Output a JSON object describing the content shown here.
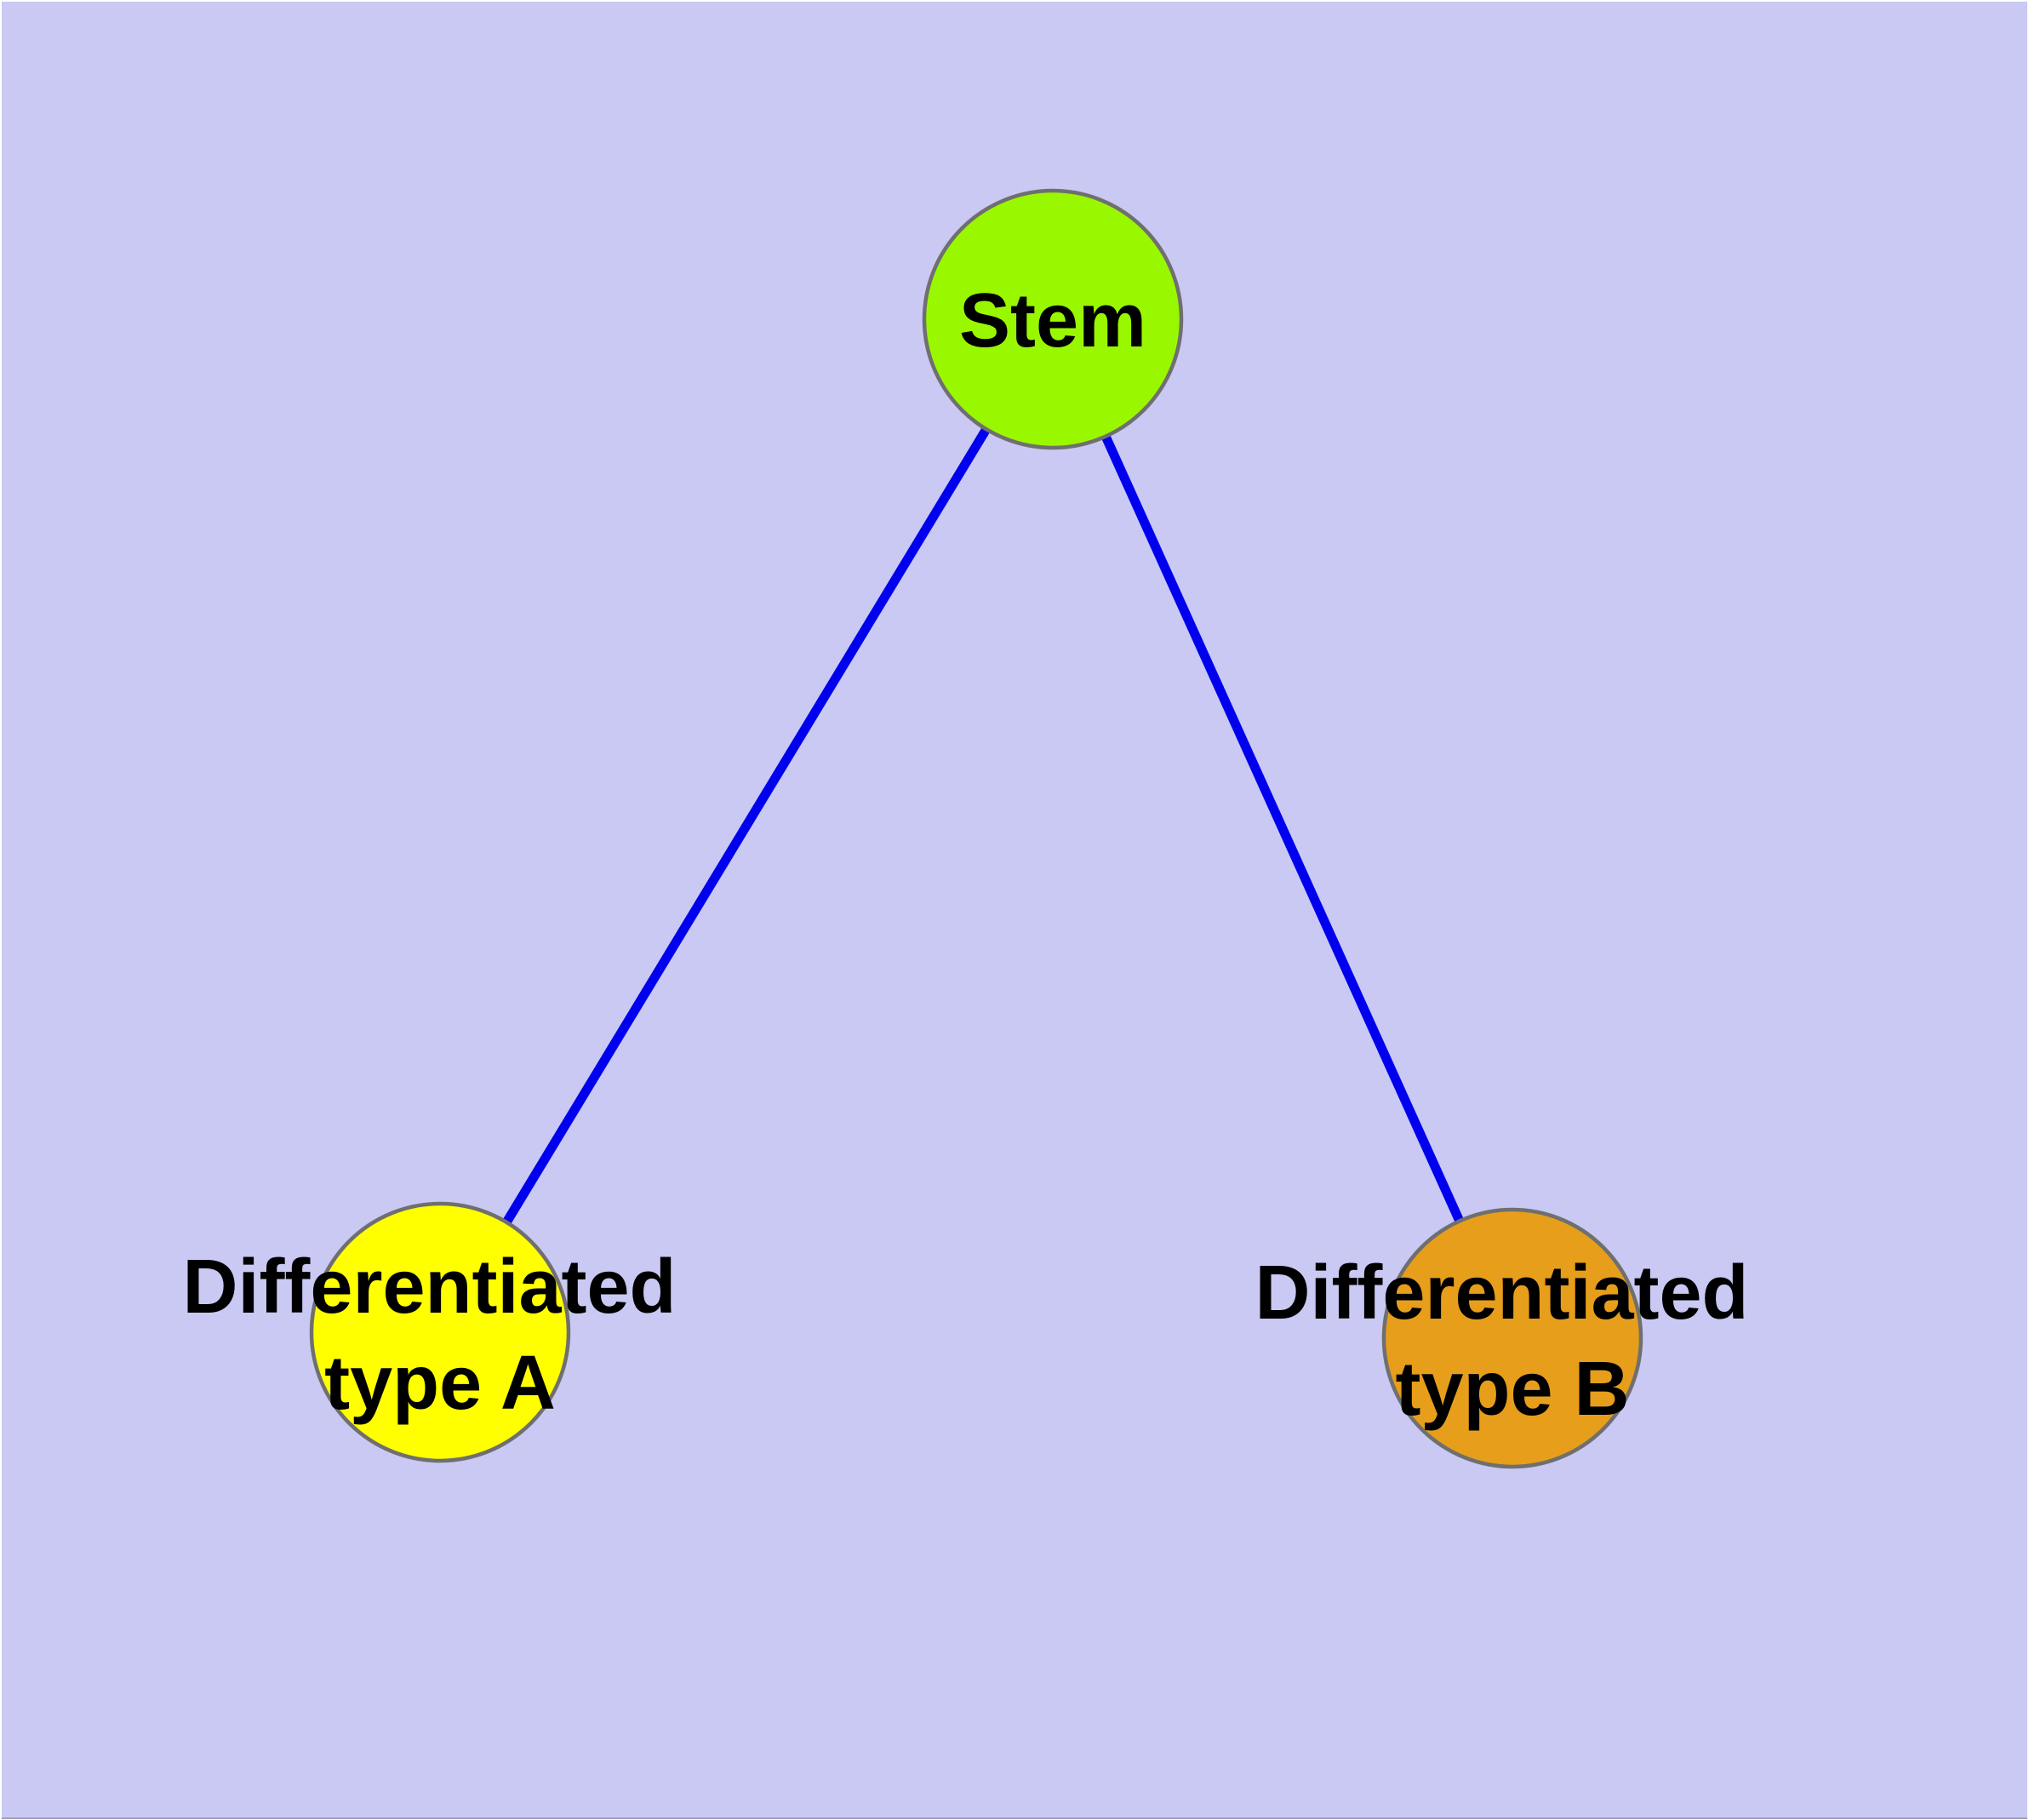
{
  "diagram": {
    "background_color": "#C9C9F3",
    "frame_color": "#FFFFFF",
    "bottom_edge_color": "#A0A0C0",
    "edge_color": "#0000EE",
    "node_border_color": "#6F6F6F",
    "text_color": "#000000",
    "nodes": [
      {
        "id": "stem",
        "label": "Stem",
        "fill_color": "#99F800"
      },
      {
        "id": "differentiated-type-a",
        "label_line1": "Differentiated",
        "label_line2": "type A",
        "fill_color": "#FFFF00"
      },
      {
        "id": "differentiated-type-b",
        "label_line1": "Differentiated",
        "label_line2": "type B",
        "fill_color": "#E79E1B"
      }
    ],
    "edges": [
      {
        "from": "Stem",
        "to": "Differentiated type A"
      },
      {
        "from": "Stem",
        "to": "Differentiated type B"
      }
    ]
  }
}
